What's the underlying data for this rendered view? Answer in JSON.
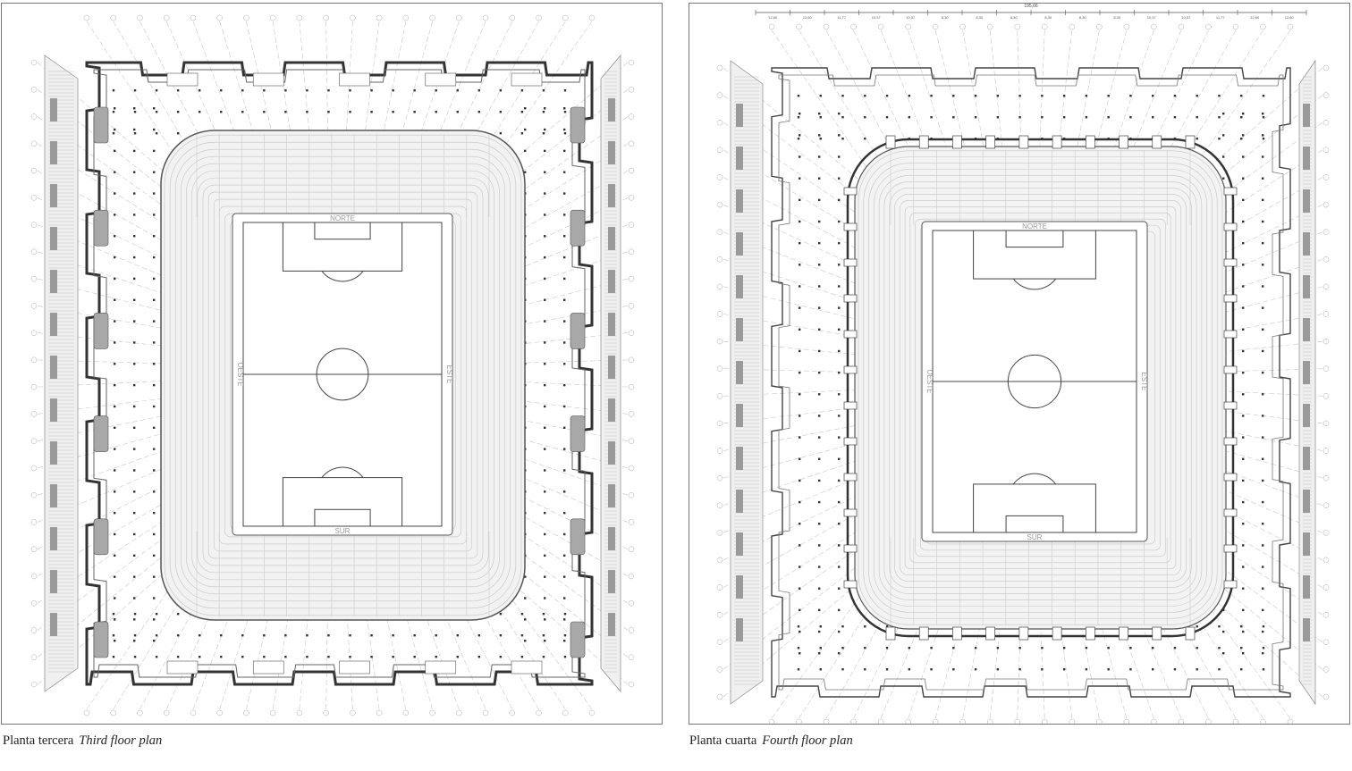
{
  "plans": [
    {
      "caption_es": "Planta tercera",
      "caption_en": "Third floor plan",
      "pitch_label_top": "NORTE",
      "pitch_label_bottom": "SUR",
      "pitch_label_left": "OESTE",
      "pitch_label_right": "ESTE"
    },
    {
      "caption_es": "Planta cuarta",
      "caption_en": "Fourth floor plan",
      "dimension_total": "195,66",
      "dimension_segments": [
        "12,60",
        "12,60",
        "11,77",
        "10,37",
        "10,37",
        "8,30",
        "8,30",
        "8,30",
        "8,30",
        "8,30",
        "8,30",
        "10,37",
        "10,37",
        "11,77",
        "12,60",
        "12,60"
      ],
      "pitch_label_top": "NORTE",
      "pitch_label_bottom": "SUR",
      "pitch_label_left": "OESTE",
      "pitch_label_right": "ESTE"
    }
  ],
  "colors": {
    "line": "#444444",
    "light": "#bbbbbb",
    "seating": "#d2d2d2",
    "dark_fill": "#9a9a9a"
  }
}
